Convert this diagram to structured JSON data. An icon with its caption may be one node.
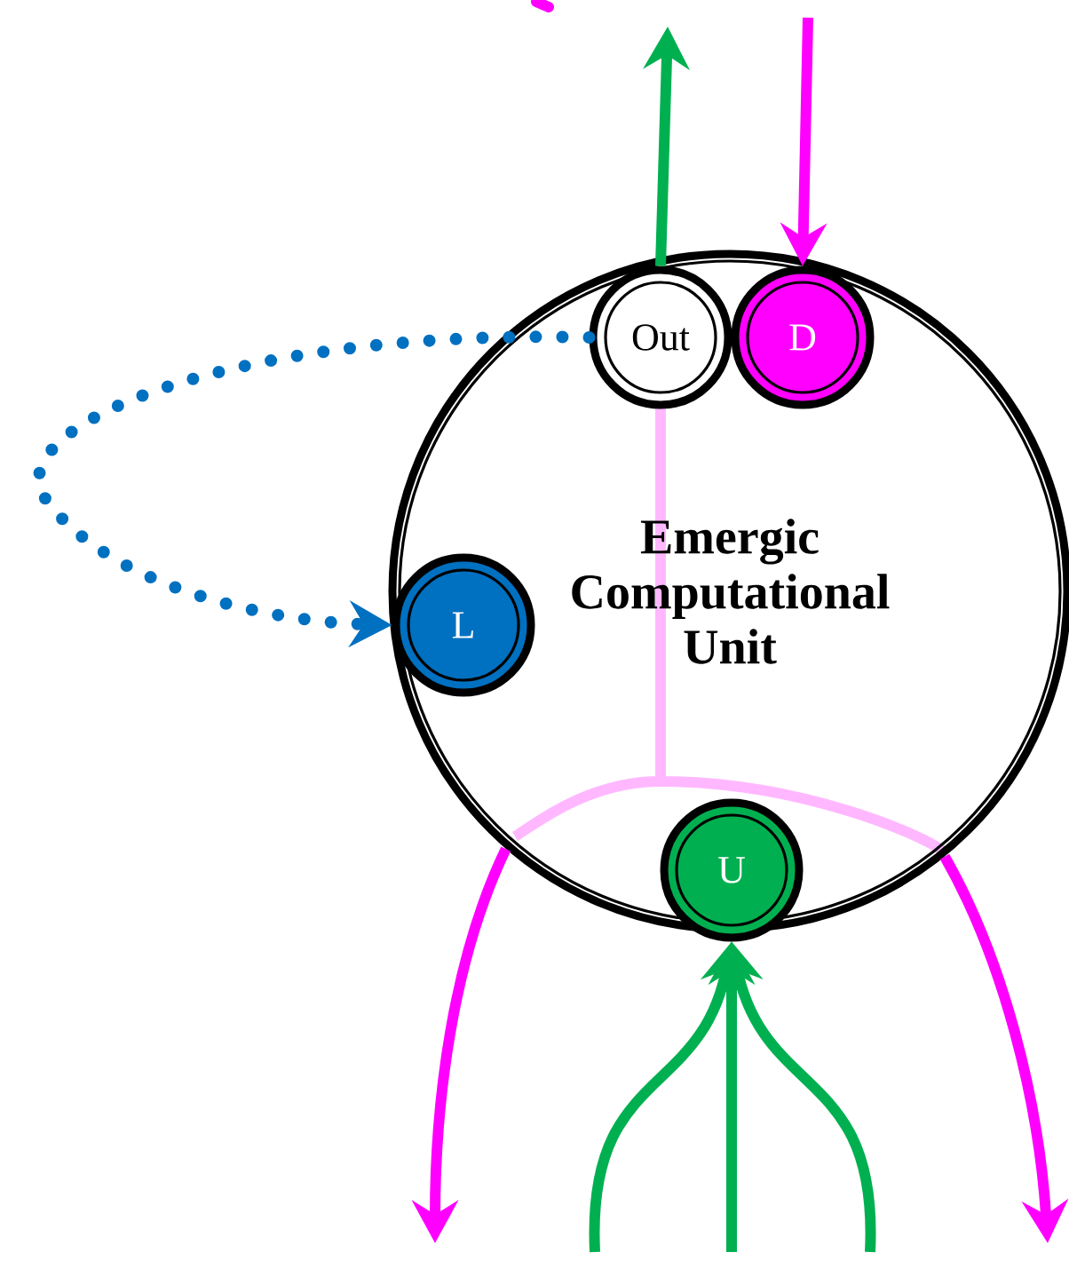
{
  "diagram": {
    "nodes": [
      {
        "text": [
          "Emergic Computational Unit"
        ]
      },
      {
        "text": [
          "Out"
        ],
        "in": 0
      },
      {
        "text": [
          "D"
        ],
        "in": 0
      },
      {
        "text": [
          "L"
        ],
        "in": 0
      },
      {
        "text": [
          "U"
        ],
        "in": 0
      }
    ],
    "edges": [
      {
        "from": 1,
        "to": null,
        "arrow": "to",
        "color": "#00b050"
      },
      {
        "from": null,
        "to": 2,
        "arrow": "to",
        "color": "#ff00ff"
      },
      {
        "from": 1,
        "to": 3,
        "arrow": "to",
        "style": "dashed",
        "color": "#0070c0"
      },
      {
        "from": null,
        "to": 4,
        "arrow": "to",
        "color": "#00b050"
      },
      {
        "from": null,
        "to": 4,
        "arrow": "to",
        "color": "#00b050"
      },
      {
        "from": null,
        "to": 4,
        "arrow": "to",
        "color": "#00b050"
      },
      {
        "from": 0,
        "to": null,
        "arrow": "to",
        "color": "#ff00ff"
      },
      {
        "from": 0,
        "to": null,
        "arrow": "to",
        "color": "#ff00ff"
      }
    ]
  }
}
